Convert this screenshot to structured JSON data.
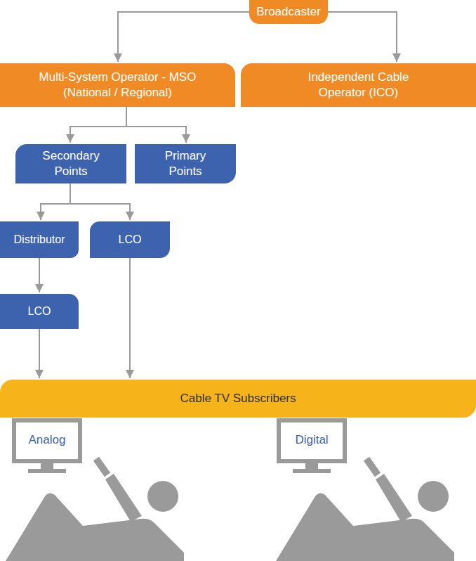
{
  "diagram": {
    "nodes": [
      {
        "text": [
          "Broadcaster"
        ]
      },
      {
        "text": [
          "Multi-System Operator - MSO (National / Regional)"
        ]
      },
      {
        "text": [
          "Independent Cable Operator (ICO)"
        ]
      },
      {
        "text": [
          "Secondary Points"
        ]
      },
      {
        "text": [
          "Primary Points"
        ]
      },
      {
        "text": [
          "Distributor"
        ]
      },
      {
        "text": [
          "LCO"
        ]
      },
      {
        "text": [
          "LCO"
        ]
      },
      {
        "text": [
          "Cable TV Subscribers"
        ]
      }
    ],
    "edges": [
      {
        "from": 0,
        "to": 1,
        "arrow": "to"
      },
      {
        "from": 0,
        "to": 2,
        "arrow": "to"
      },
      {
        "from": 1,
        "to": 3,
        "arrow": "to"
      },
      {
        "from": 1,
        "to": 4,
        "arrow": "to"
      },
      {
        "from": 3,
        "to": 5,
        "arrow": "to"
      },
      {
        "from": 3,
        "to": 6,
        "arrow": "to"
      },
      {
        "from": 5,
        "to": 7,
        "arrow": "to"
      },
      {
        "from": 7,
        "to": 8,
        "arrow": "to"
      },
      {
        "from": 6,
        "to": 8,
        "arrow": "to"
      }
    ],
    "labels": [
      "Analog",
      "Digital"
    ]
  }
}
